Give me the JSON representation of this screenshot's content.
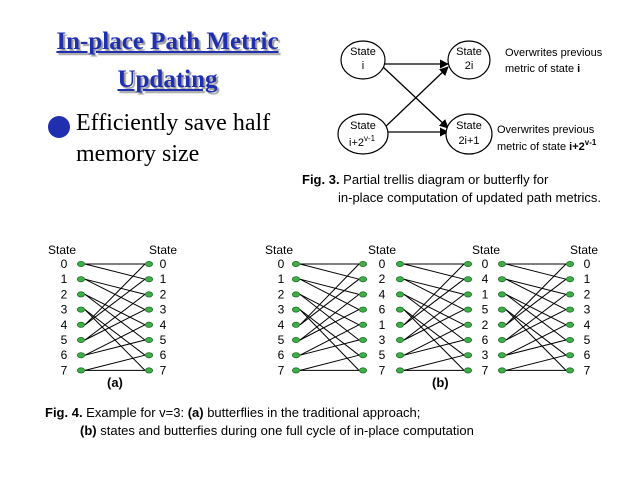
{
  "title": {
    "line1": "In-place Path Metric",
    "line2": "Updating"
  },
  "bullet": {
    "line1": "Efficiently save half",
    "line2": "memory size"
  },
  "butterfly": {
    "state_word": "State",
    "left_top": "i",
    "left_bottom": "i+2",
    "left_bottom_sup": "v-1",
    "right_top": "2i",
    "right_bottom": "2i+1",
    "note_top": [
      "Overwrites previous",
      "metric of state ",
      "i"
    ],
    "note_bottom": [
      "Overwrites previous",
      "metric of state ",
      "i+2",
      "v-1"
    ]
  },
  "fig3": {
    "label": "Fig. 3.",
    "line1": " Partial trellis diagram or butterfly for",
    "line2": "in-place computation of updated path metrics."
  },
  "fig4": {
    "label": "Fig. 4.",
    "line1": " Example for v=3: ",
    "a": "(a)",
    "line1b": " butterflies in the traditional approach;",
    "b": "(b)",
    "line2": " states and butterfies during one full cycle of in-place computation"
  },
  "trellis": {
    "state_word": "State",
    "label_a": "(a)",
    "label_b": "(b)",
    "a_left": [
      "0",
      "1",
      "2",
      "3",
      "4",
      "5",
      "6",
      "7"
    ],
    "a_right": [
      "0",
      "1",
      "2",
      "3",
      "4",
      "5",
      "6",
      "7"
    ],
    "b_col1": [
      "0",
      "1",
      "2",
      "3",
      "4",
      "5",
      "6",
      "7"
    ],
    "b_col2": [
      "0",
      "2",
      "4",
      "6",
      "1",
      "3",
      "5",
      "7"
    ],
    "b_col3": [
      "0",
      "4",
      "1",
      "5",
      "2",
      "6",
      "3",
      "7"
    ],
    "b_col4": [
      "0",
      "1",
      "2",
      "3",
      "4",
      "5",
      "6",
      "7"
    ]
  },
  "colors": {
    "title": "#1f2fb0",
    "node_fill": "#3fae49",
    "node_stroke": "#1b6e26"
  }
}
